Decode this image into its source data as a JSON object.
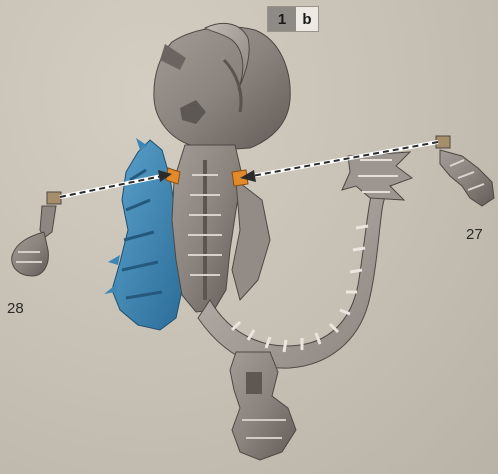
{
  "step": {
    "number": "1",
    "sub": "b"
  },
  "parts": {
    "left_label": "28",
    "right_label": "27"
  },
  "colors": {
    "paper": "#c9c3b8",
    "model": "#8f8883",
    "highlight_blue": "#3f86b4",
    "connector_orange": "#e08a2c",
    "guide_line": "#2b2b2b"
  }
}
